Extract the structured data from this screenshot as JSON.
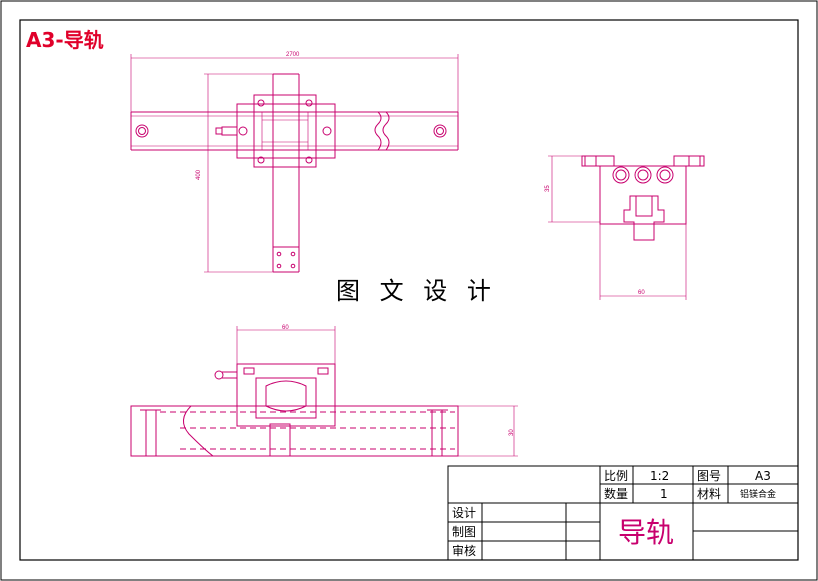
{
  "drawing_title": "A3-导轨",
  "watermark": "图 文 设 计",
  "dimensions": {
    "top_width": "2700",
    "top_height": "400",
    "side_height": "35",
    "side_width": "60",
    "section_width": "60",
    "section_height": "30"
  },
  "title_block": {
    "scale_label": "比例",
    "scale_value": "1:2",
    "drawing_no_label": "图号",
    "drawing_no_value": "A3",
    "quantity_label": "数量",
    "quantity_value": "1",
    "material_label": "材料",
    "material_value": "铝镁合金",
    "design_label": "设计",
    "drafting_label": "制图",
    "review_label": "审核",
    "part_name": "导轨"
  },
  "colors": {
    "line": "#c8006e",
    "title": "#e0002a"
  }
}
